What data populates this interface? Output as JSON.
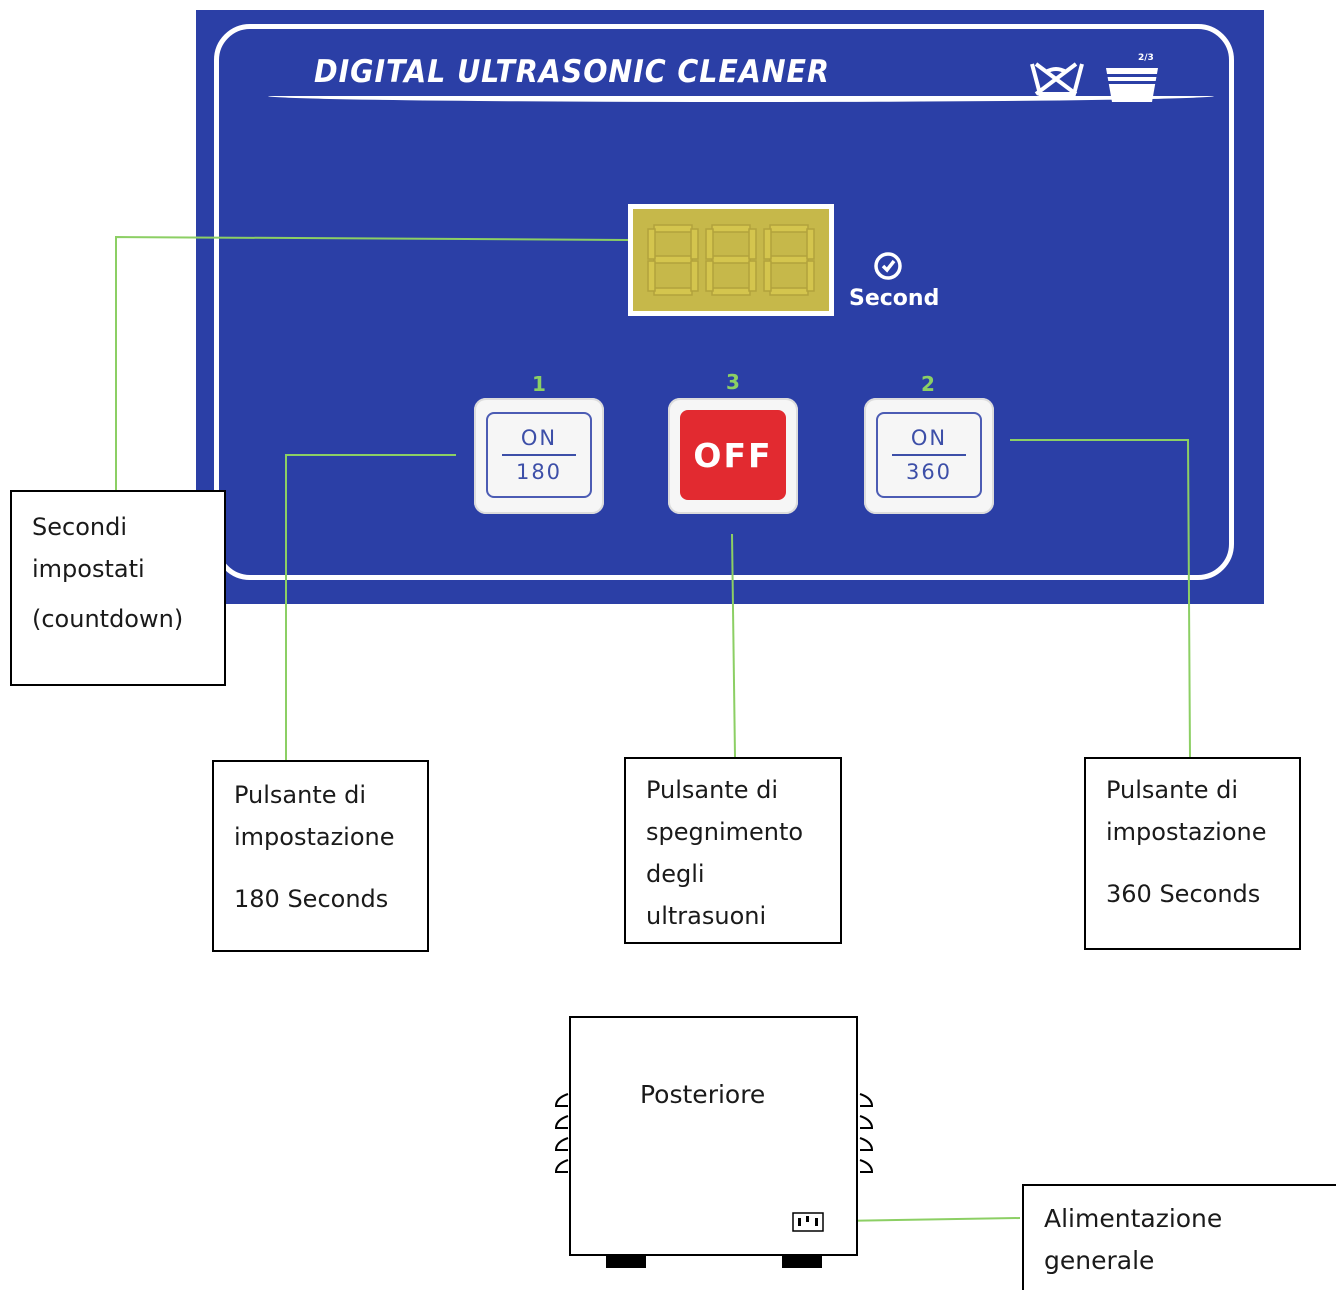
{
  "panel": {
    "title": "DIGITAL ULTRASONIC CLEANER",
    "display_digits": "888",
    "unit_label": "Second",
    "care_icons": [
      "do-not-wash-icon",
      "fill-level-basin-icon"
    ],
    "fill_level_mark": "2/3",
    "colors": {
      "panel_blue": "#2b3fa6",
      "display_amber": "#c6b84a",
      "off_red": "#e22a30",
      "callout_line_green": "#8ccf64"
    }
  },
  "buttons": [
    {
      "number": "1",
      "top": "ON",
      "bottom": "180"
    },
    {
      "number": "3",
      "label": "OFF"
    },
    {
      "number": "2",
      "top": "ON",
      "bottom": "360"
    }
  ],
  "callouts": {
    "display": [
      "Secondi",
      "impostati",
      "(countdown)"
    ],
    "button_180": [
      "Pulsante di",
      "impostazione",
      "180 Seconds"
    ],
    "button_off": [
      "Pulsante di",
      "spegnimento",
      "degli",
      "ultrasuoni"
    ],
    "button_360": [
      "Pulsante di",
      "impostazione",
      "360 Seconds"
    ]
  },
  "rear": {
    "label": "Posteriore",
    "power_callout": [
      "Alimentazione",
      "generale"
    ]
  }
}
